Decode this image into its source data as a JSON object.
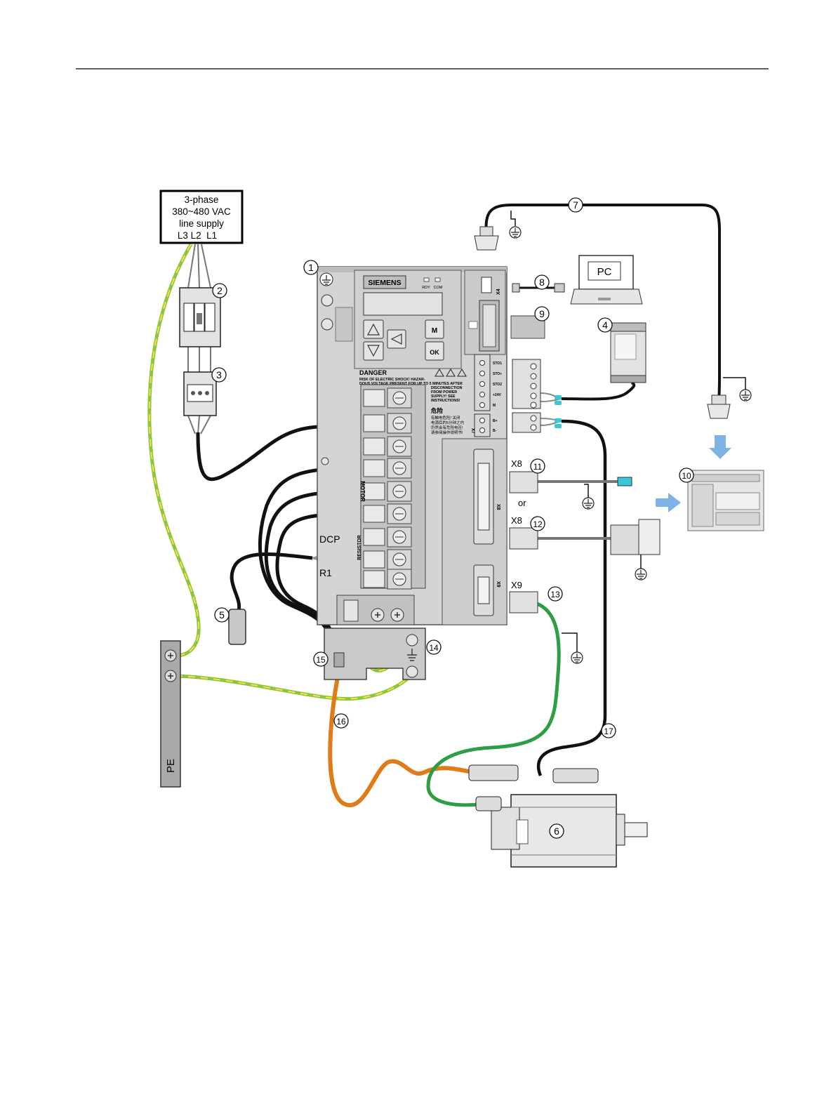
{
  "supply": {
    "line1": "3-phase",
    "line2": "380~480 VAC",
    "line3": "line supply",
    "phases": "L3 L2  L1"
  },
  "callouts": [
    "1",
    "2",
    "3",
    "4",
    "5",
    "6",
    "7",
    "8",
    "9",
    "10",
    "11",
    "12",
    "13",
    "14",
    "15",
    "16",
    "17"
  ],
  "drive": {
    "brand": "SIEMENS",
    "led_rdy": "RDY",
    "led_com": "COM",
    "btn_m": "M",
    "btn_ok": "OK",
    "danger_title": "DANGER",
    "danger_text": [
      "RISK OF ELECTRIC SHOCK! HAZAR-",
      "DOUS VOLTAGE PRESENT FOR UP TO 5 MINUTES AFTER",
      "DISCONNECTION",
      "FROM POWER",
      "SUPPLY! SEE",
      "INSTRUCTIONS!"
    ],
    "danger_cn_title": "危险",
    "danger_cn_text": [
      "有触电危险! 关闭",
      "电源后的5分钟之内",
      "仍然会有危险电压!",
      "请参阅操作说明书!"
    ],
    "label_motor": "MOTOR",
    "label_resistor": "RESISTOR",
    "label_dcp": "DCP",
    "label_r1": "R1",
    "port_x4": "X4",
    "port_x6": "X6",
    "port_x7": "X7",
    "port_x8": "X8",
    "port_x9": "X9",
    "sto_labels": [
      "STO1",
      "STO+",
      "STO2",
      "+24V",
      "M"
    ],
    "brake_labels": [
      "B+",
      "B-"
    ]
  },
  "labels": {
    "pc": "PC",
    "x8_top": "X8",
    "or": "or",
    "x8_bottom": "X8",
    "x9": "X9",
    "pe": "PE"
  },
  "colors": {
    "black_cable": "#111111",
    "pe_green": "#8cc63f",
    "pe_yellow": "#f0e442",
    "encoder_green": "#2e9e45",
    "power_orange": "#e07b1a",
    "drive_body": "#d0d0d0",
    "arrow_blue": "#7fb3e6"
  }
}
